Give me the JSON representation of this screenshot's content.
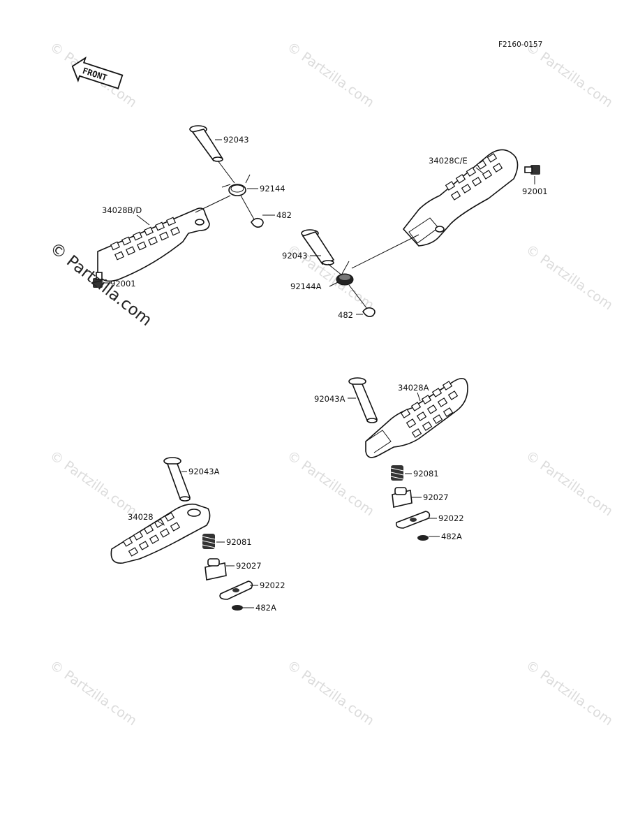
{
  "diagram": {
    "code": "F2160-0157",
    "front_label": "FRONT",
    "watermark_text": "© Partzilla.com",
    "watermark_main": "© Partzilla.com",
    "labels": {
      "p92043_a": "92043",
      "p92144": "92144",
      "p482_a": "482",
      "p34028bd": "34028B/D",
      "p92001_a": "92001",
      "p34028ce": "34028C/E",
      "p92001_b": "92001",
      "p92043_b": "92043",
      "p92144a": "92144A",
      "p482_b": "482",
      "p92043a_a": "92043A",
      "p34028a": "34028A",
      "p92081_a": "92081",
      "p92027_a": "92027",
      "p92022_a": "92022",
      "p482a_a": "482A",
      "p92043a_b": "92043A",
      "p34028": "34028",
      "p92081_b": "92081",
      "p92027_b": "92027",
      "p92022_b": "92022",
      "p482a_b": "482A"
    }
  }
}
